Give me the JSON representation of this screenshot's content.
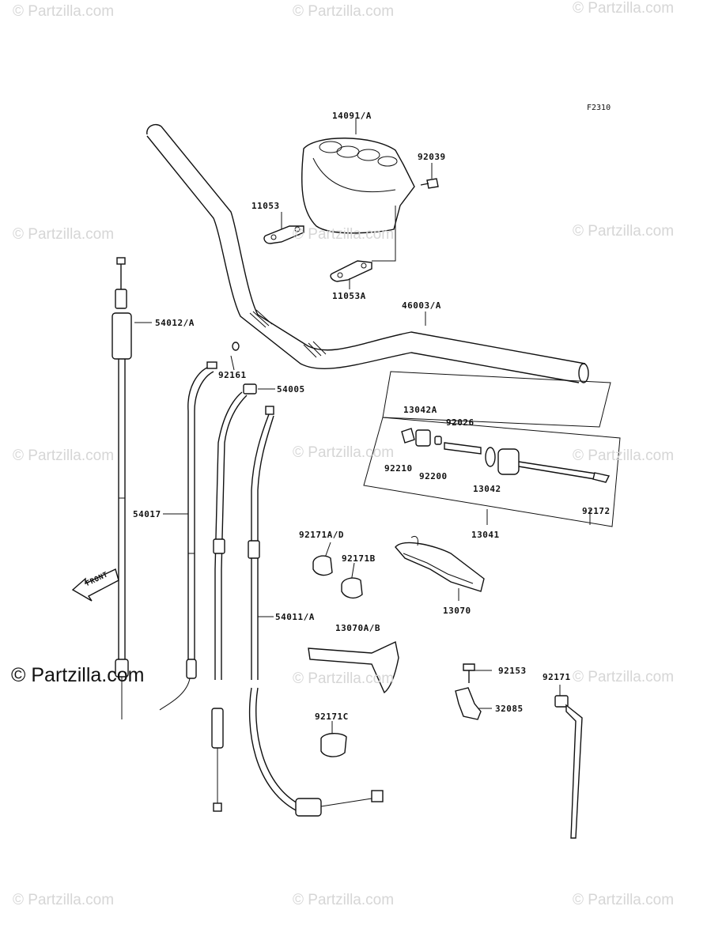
{
  "figure_code": "F2310",
  "brand": "© Partzilla.com",
  "watermark": "© Partzilla.com",
  "labels": {
    "p14091": "14091/A",
    "p92039": "92039",
    "p11053": "11053",
    "p11053a": "11053A",
    "p46003": "46003/A",
    "p54012": "54012/A",
    "p92161": "92161",
    "p54005": "54005",
    "p13042a": "13042A",
    "p92026": "92026",
    "p92210": "92210",
    "p92200": "92200",
    "p13042": "13042",
    "p92172": "92172",
    "p13041": "13041",
    "p54017": "54017",
    "p92171ad": "92171A/D",
    "p92171b": "92171B",
    "p13070": "13070",
    "p54011": "54011/A",
    "p13070ab": "13070A/B",
    "p92153": "92153",
    "p92171": "92171",
    "p32085": "32085",
    "p92171c": "92171C",
    "front": "FRONT"
  },
  "icons": [
    "front-arrow-icon"
  ]
}
